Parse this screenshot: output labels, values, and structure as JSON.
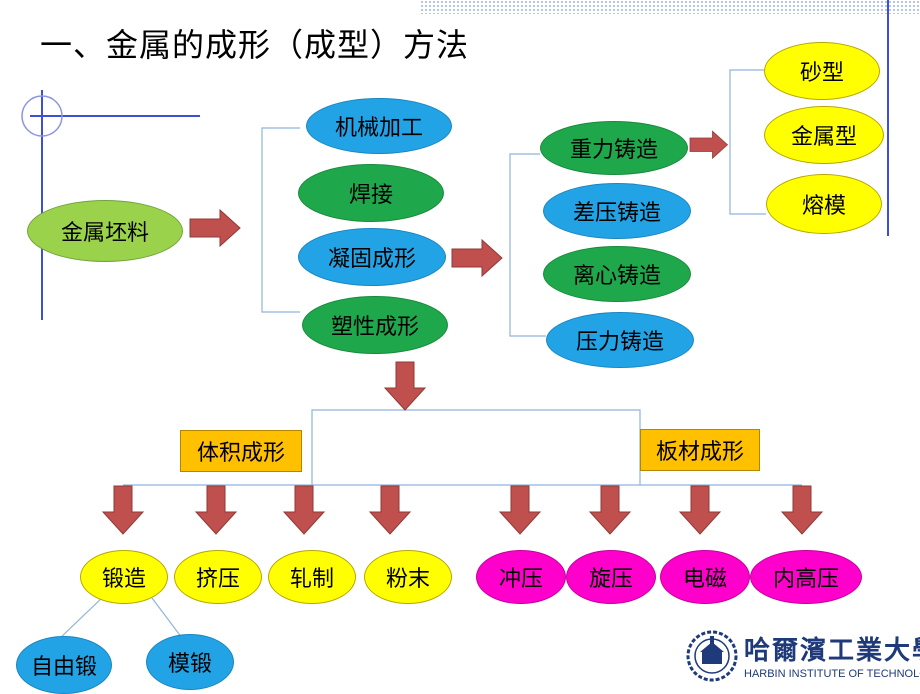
{
  "title": "一、金属的成形（成型）方法",
  "nodes": {
    "blank": "金属坯料",
    "machining": "机械加工",
    "welding": "焊接",
    "solidification": "凝固成形",
    "plastic": "塑性成形",
    "gravity": "重力铸造",
    "differential": "差压铸造",
    "centrifugal": "离心铸造",
    "pressure": "压力铸造",
    "sand": "砂型",
    "metal_mold": "金属型",
    "investment": "熔模",
    "bulk": "体积成形",
    "sheet": "板材成形",
    "forging": "锻造",
    "extrusion": "挤压",
    "rolling": "轧制",
    "powder": "粉末",
    "stamping": "冲压",
    "spinning": "旋压",
    "electromagnetic": "电磁",
    "internal_hp": "内高压",
    "free_forging": "自由锻",
    "die_forging": "模锻"
  },
  "logo": {
    "cn": "哈爾濱工業大學",
    "en": "HARBIN INSTITUTE OF TECHNOLOGY"
  },
  "colors": {
    "green": "#1fa84b",
    "blue": "#22a3e6",
    "yellow": "#ffff00",
    "lime": "#9bd24b",
    "magenta": "#ff00cc",
    "orange": "#ffc000",
    "arrow": "#c0504d"
  }
}
